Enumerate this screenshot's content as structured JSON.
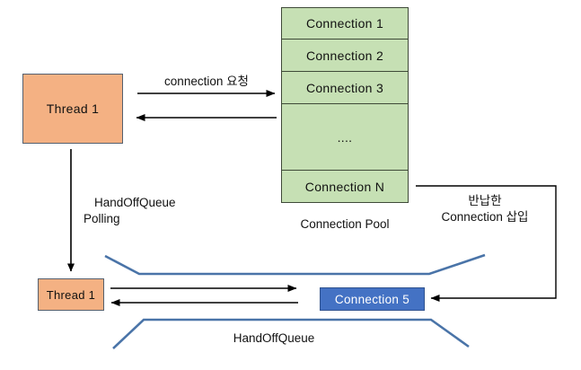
{
  "diagram": {
    "title_alt": "Connection Pool and HandOffQueue diagram",
    "colors": {
      "pool_fill": "#C6E0B4",
      "pool_stroke": "#3F4A38",
      "thread_fill": "#F4B183",
      "thread_stroke": "#55606E",
      "connection_fill": "#4472C4",
      "connection_text": "#FFFFFF",
      "queue_line": "#4A74A8",
      "arrow": "#000000",
      "text": "#111111"
    }
  },
  "pool": {
    "caption": "Connection Pool",
    "cells": [
      {
        "label": "Connection 1"
      },
      {
        "label": "Connection 2"
      },
      {
        "label": "Connection 3"
      },
      {
        "label": "...."
      },
      {
        "label": "Connection N"
      }
    ]
  },
  "threads": {
    "top": {
      "label": "Thread 1"
    },
    "bottom": {
      "label": "Thread 1"
    }
  },
  "connection_item": {
    "label": "Connection 5"
  },
  "labels": {
    "request": "connection 요청",
    "polling_line1": "HandOffQueue",
    "polling_line2": "Polling",
    "return_line1": "반납한",
    "return_line2": "Connection 삽입",
    "handoff_queue": "HandOffQueue"
  }
}
